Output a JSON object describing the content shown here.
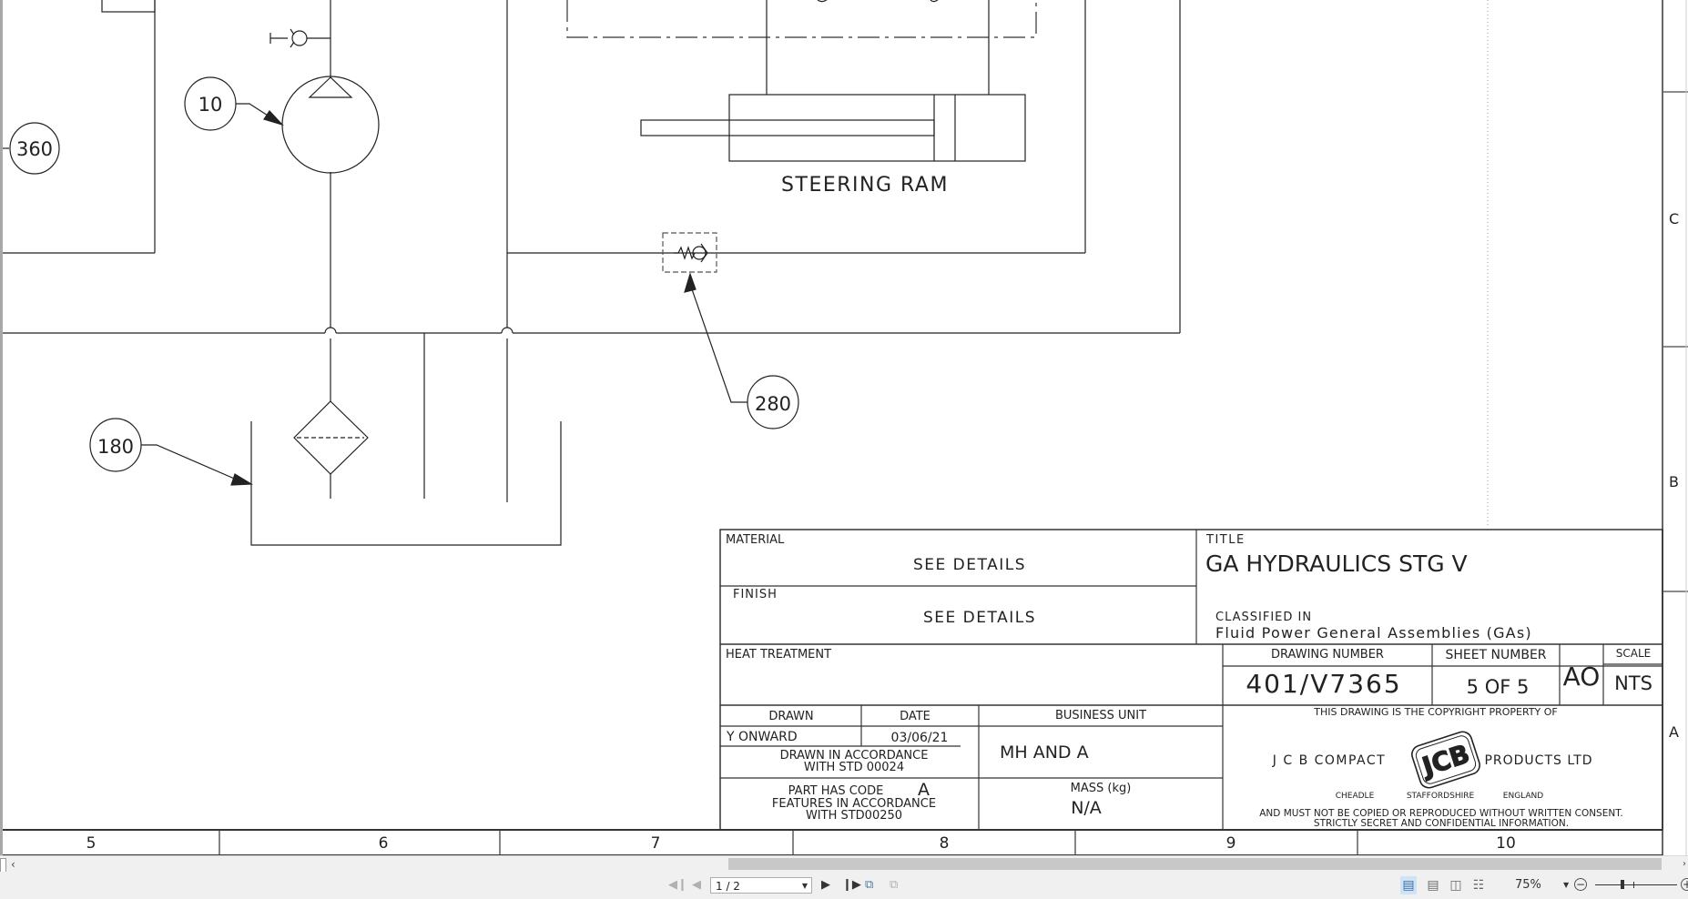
{
  "drawing": {
    "labels": {
      "steering_ram": "STEERING RAM"
    },
    "balloons": [
      {
        "id": "360",
        "label": "360"
      },
      {
        "id": "10",
        "label": "10"
      },
      {
        "id": "180",
        "label": "180"
      },
      {
        "id": "280",
        "label": "280"
      }
    ],
    "zone_columns": [
      "5",
      "6",
      "7",
      "8",
      "9",
      "10"
    ],
    "zone_rows": [
      "C",
      "B",
      "A"
    ]
  },
  "title_block": {
    "material_label": "MATERIAL",
    "material_value": "SEE DETAILS",
    "finish_label": "FINISH",
    "finish_value": "SEE DETAILS",
    "heat_treatment_label": "HEAT TREATMENT",
    "title_label": "TITLE",
    "title_value": "GA HYDRAULICS STG V",
    "classified_label": "CLASSIFIED IN",
    "classified_value": "Fluid Power General Assemblies (GAs)",
    "drawing_number_label": "DRAWING NUMBER",
    "drawing_number_value": "401/V7365",
    "sheet_number_label": "SHEET NUMBER",
    "sheet_number_value": "5 OF 5",
    "size_value": "AO",
    "scale_label": "SCALE",
    "scale_value": "NTS",
    "drawn_label": "DRAWN",
    "drawn_value": "Y ONWARD",
    "date_label": "DATE",
    "date_value": "03/06/21",
    "business_unit_label": "BUSINESS UNIT",
    "business_unit_value": "MH AND A",
    "std_line1": "DRAWN IN ACCORDANCE",
    "std_line2": "WITH STD 00024",
    "part_code_line1": "PART HAS CODE",
    "part_code_value": "A",
    "part_code_line2": "FEATURES IN ACCORDANCE",
    "part_code_line3": "WITH STD00250",
    "mass_label": "MASS (kg)",
    "mass_value": "N/A",
    "copyright_line": "THIS DRAWING IS THE COPYRIGHT PROPERTY OF",
    "company_left": "J C B COMPACT",
    "company_logo": "JCB",
    "company_right": "PRODUCTS LTD",
    "location_1": "CHEADLE",
    "location_2": "STAFFORDSHIRE",
    "location_3": "ENGLAND",
    "notice_line1": "AND MUST NOT BE COPIED OR REPRODUCED WITHOUT WRITTEN CONSENT.",
    "notice_line2": "STRICTLY SECRET AND CONFIDENTIAL INFORMATION."
  },
  "toolbar": {
    "page_value": "1 / 2",
    "zoom_value": "75%",
    "first_page_icon": "first-page-icon",
    "prev_page_icon": "prev-page-icon",
    "next_page_icon": "next-page-icon",
    "last_page_icon": "last-page-icon",
    "view_modes": [
      "single-page",
      "continuous",
      "two-page",
      "two-page-continuous"
    ]
  }
}
